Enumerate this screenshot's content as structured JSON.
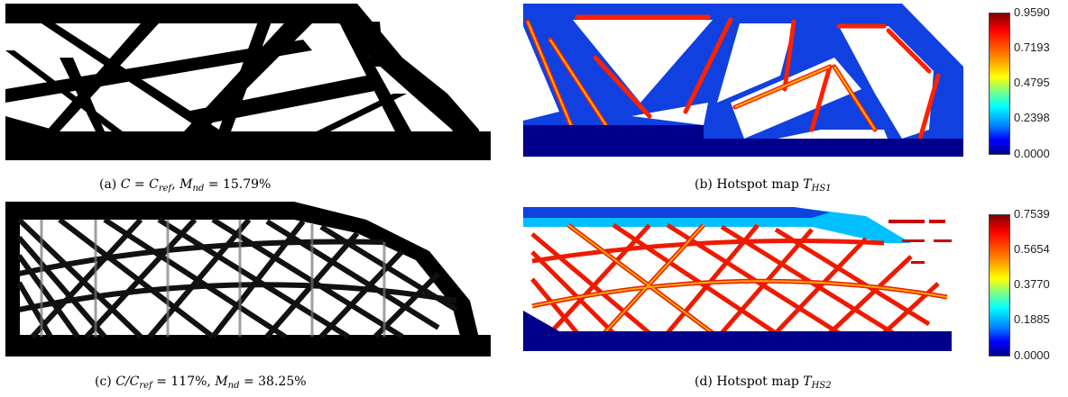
{
  "figure": {
    "captions": {
      "a": {
        "label": "(a)",
        "text1": "C",
        "eq1": " = ",
        "text2": "C",
        "sub2": "ref",
        "sep": ", ",
        "text3": "M",
        "sub3": "nd",
        "eq3": " = 15.79%"
      },
      "b": {
        "label": "(b) Hotspot map ",
        "sym": "T",
        "sub": "HS1"
      },
      "c": {
        "label": "(c)",
        "text1": "C/C",
        "sub1": "ref",
        "eq1": " = 117%, ",
        "text2": "M",
        "sub2": "nd",
        "eq2": " = 38.25%"
      },
      "d": {
        "label": "(d) Hotspot map ",
        "sym": "T",
        "sub": "HS2"
      }
    },
    "colorbar1": {
      "ticks": [
        "0.9590",
        "0.7193",
        "0.4795",
        "0.2398",
        "0.0000"
      ]
    },
    "colorbar2": {
      "ticks": [
        "0.7539",
        "0.5654",
        "0.3770",
        "0.1885",
        "0.0000"
      ]
    },
    "colors": {
      "structure": "#000000",
      "hot": "#d40000",
      "cold": "#00008b"
    }
  }
}
